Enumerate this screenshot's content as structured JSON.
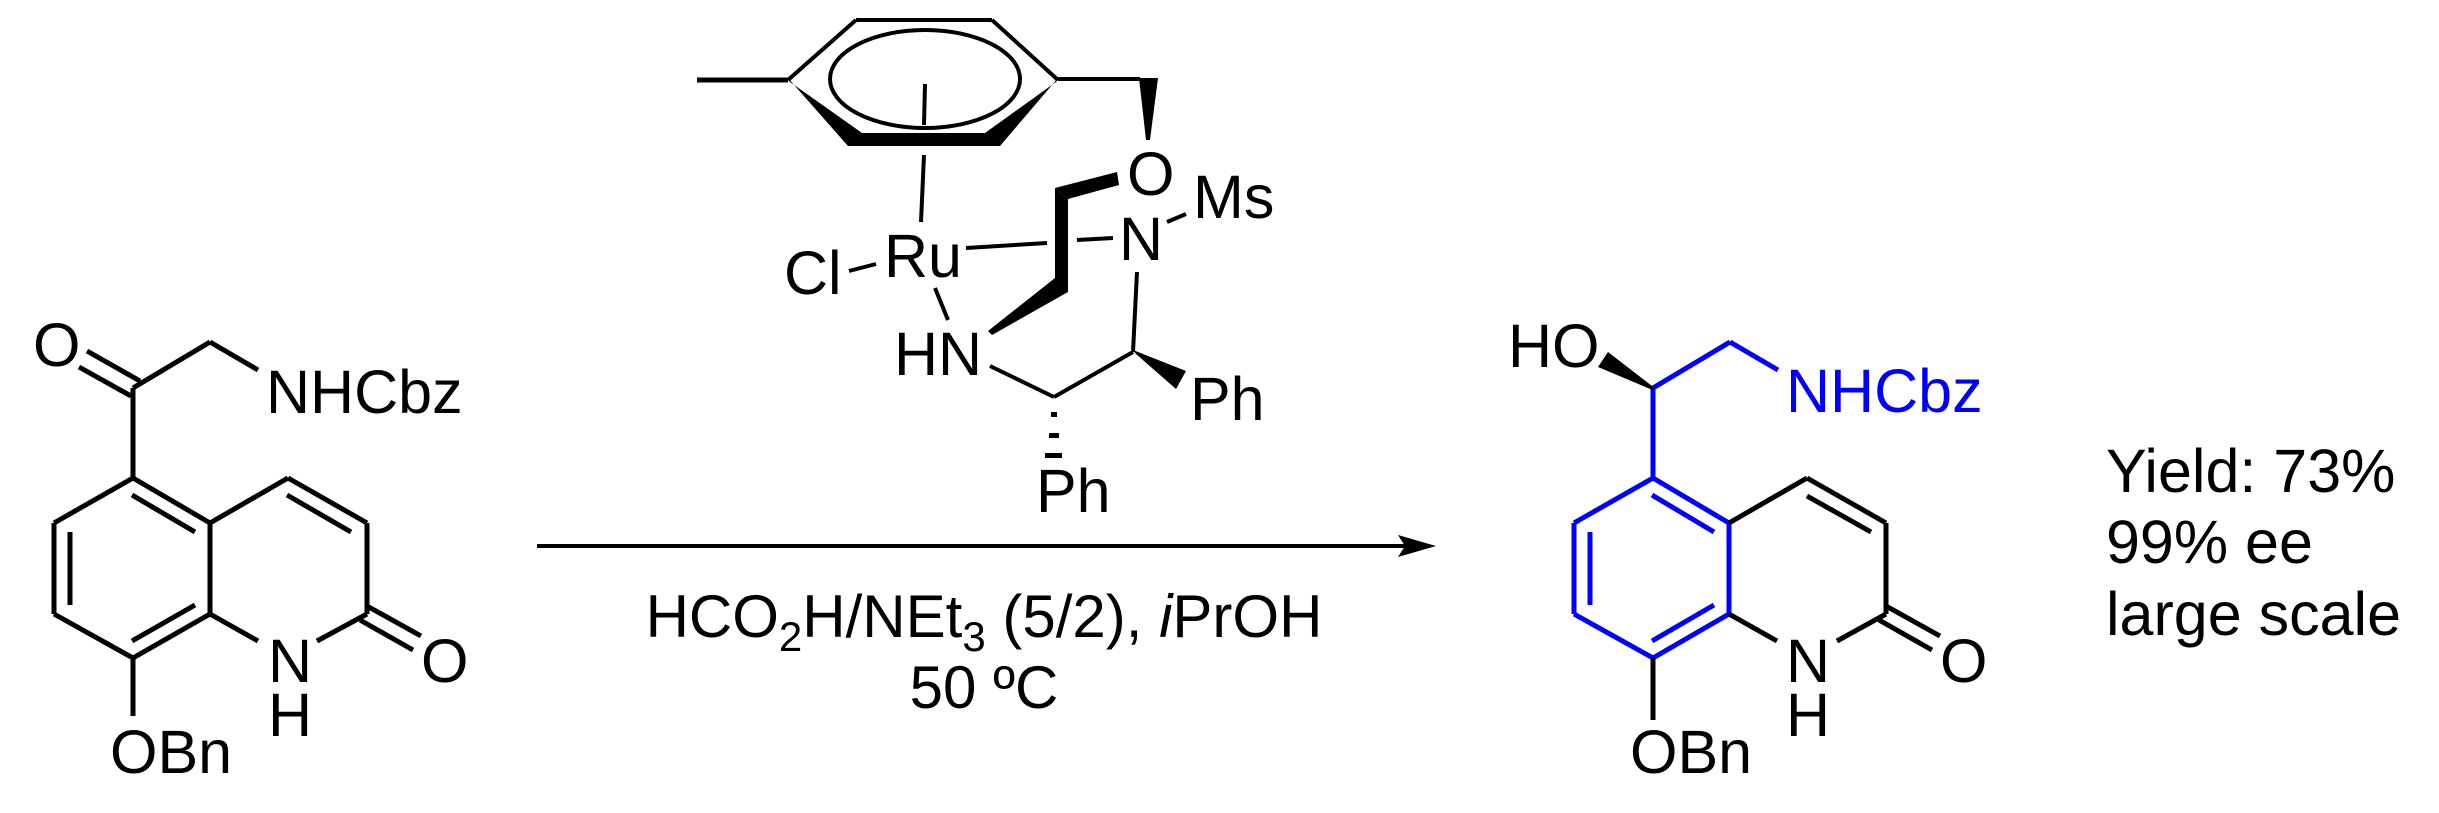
{
  "scheme": {
    "title": "Asymmetric transfer hydrogenation of amino ketone",
    "colors": {
      "default": "#000000",
      "highlight": "#0000ff",
      "background": "#ffffff"
    },
    "starting_material": {
      "labels": {
        "ketone_o": "O",
        "nhcbz": "NHCbz",
        "ring_n": "N",
        "ring_nh_h": "H",
        "lactam_o": "O",
        "obn": "OBn"
      }
    },
    "catalyst": {
      "labels": {
        "cl": "Cl",
        "ru": "Ru",
        "o": "O",
        "n": "N",
        "ms": "Ms",
        "hn": "HN",
        "ph_right": "Ph",
        "ph_bottom": "Ph"
      }
    },
    "arrow": {
      "conditions_line1": {
        "part1": "HCO",
        "sub1": "2",
        "part2": "H/NEt",
        "sub2": "3",
        "part3": " (5/2), ",
        "italic": "i",
        "part4": "PrOH"
      },
      "conditions_line2": "50 ºC"
    },
    "product": {
      "labels": {
        "ho": "HO",
        "nhcbz": "NHCbz",
        "ring_n": "N",
        "ring_nh_h": "H",
        "lactam_o": "O",
        "obn": "OBn"
      }
    },
    "results": {
      "yield": "Yield: 73%",
      "ee": "99% ee",
      "scale": "large scale"
    }
  }
}
